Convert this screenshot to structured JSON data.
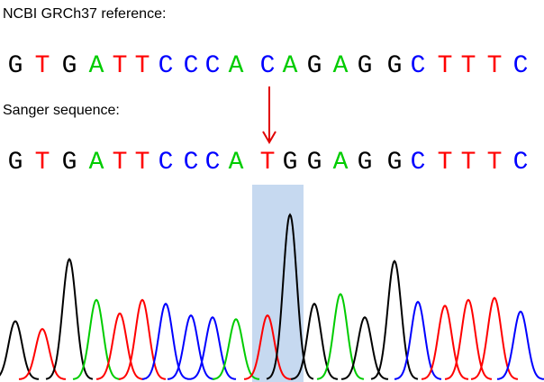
{
  "reference": {
    "label": "NCBI GRCh37 reference:",
    "bases": [
      "G",
      "T",
      "G",
      "A",
      "T",
      "T",
      "C",
      "C",
      "C",
      "A",
      "C",
      "A",
      "G",
      "A",
      "G",
      "G",
      "C",
      "T",
      "T",
      "T",
      "C"
    ]
  },
  "sanger": {
    "label": "Sanger sequence:",
    "bases": [
      "G",
      "T",
      "G",
      "A",
      "T",
      "T",
      "C",
      "C",
      "C",
      "A",
      "T",
      "G",
      "G",
      "A",
      "G",
      "G",
      "C",
      "T",
      "T",
      "T",
      "C"
    ]
  },
  "variant": {
    "index": 10,
    "reference_base": "C",
    "sanger_base": "T"
  },
  "colors": {
    "G": "#000000",
    "T": "#ff0000",
    "A": "#00cc00",
    "C": "#0000ff",
    "arrow": "#e00000",
    "highlight": "#c6d9f0"
  },
  "peaks": [
    {
      "base": "G",
      "height": 0.3
    },
    {
      "base": "T",
      "height": 0.26
    },
    {
      "base": "G",
      "height": 0.62
    },
    {
      "base": "A",
      "height": 0.41
    },
    {
      "base": "T",
      "height": 0.34
    },
    {
      "base": "T",
      "height": 0.41
    },
    {
      "base": "C",
      "height": 0.39
    },
    {
      "base": "C",
      "height": 0.33
    },
    {
      "base": "C",
      "height": 0.32
    },
    {
      "base": "A",
      "height": 0.31
    },
    {
      "base": "T",
      "height": 0.33
    },
    {
      "base": "G",
      "height": 0.85
    },
    {
      "base": "G",
      "height": 0.39
    },
    {
      "base": "A",
      "height": 0.44
    },
    {
      "base": "G",
      "height": 0.32
    },
    {
      "base": "G",
      "height": 0.61
    },
    {
      "base": "C",
      "height": 0.4
    },
    {
      "base": "T",
      "height": 0.38
    },
    {
      "base": "T",
      "height": 0.41
    },
    {
      "base": "T",
      "height": 0.42
    },
    {
      "base": "C",
      "height": 0.35
    }
  ]
}
